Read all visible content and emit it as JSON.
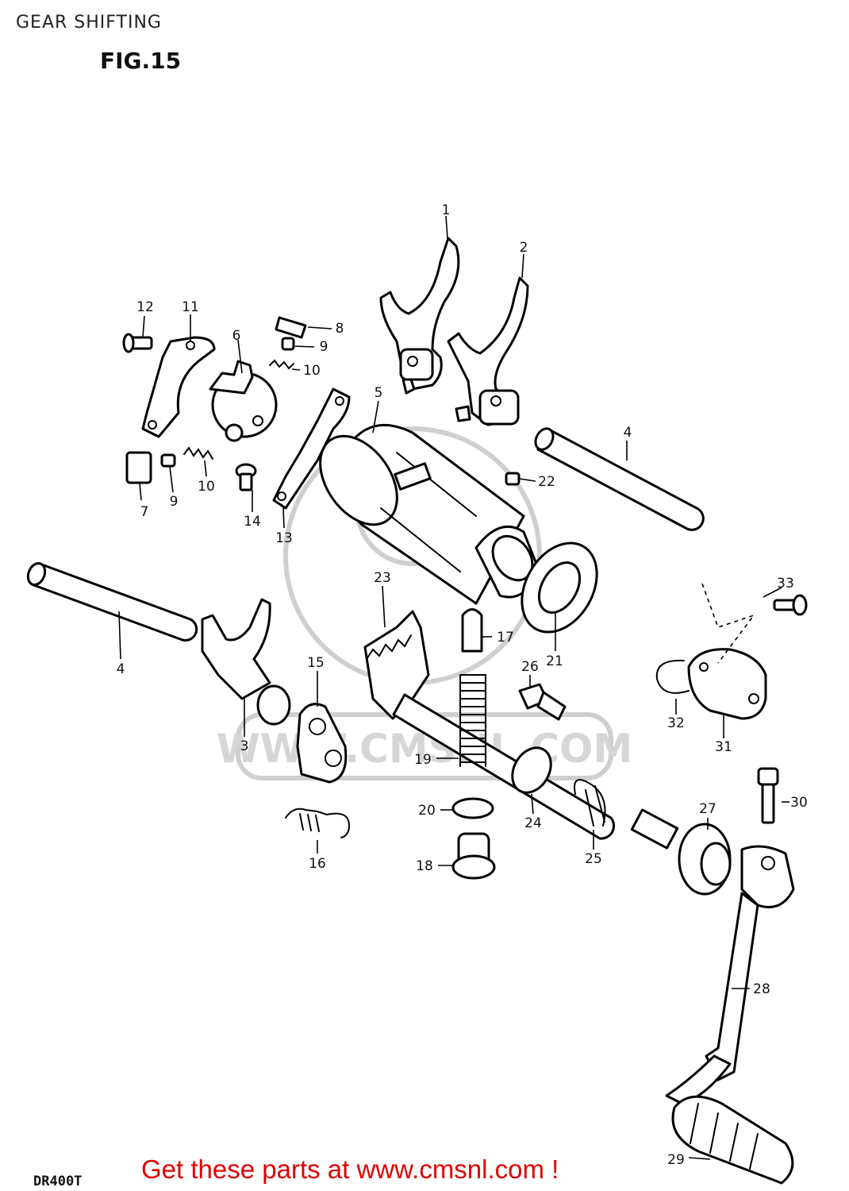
{
  "header": {
    "title": "GEAR SHIFTING",
    "figure": "FIG.15"
  },
  "footer": {
    "model": "DR400T",
    "promo": "Get these parts at www.cmsnl.com !"
  },
  "watermark": {
    "text": "WWW.CMSNL.COM"
  },
  "callouts": [
    "1",
    "2",
    "3",
    "4",
    "4",
    "5",
    "6",
    "7",
    "8",
    "9",
    "9",
    "10",
    "10",
    "11",
    "12",
    "13",
    "14",
    "15",
    "16",
    "17",
    "18",
    "19",
    "20",
    "21",
    "22",
    "23",
    "24",
    "25",
    "26",
    "27",
    "28",
    "29",
    "30",
    "31",
    "32",
    "33"
  ]
}
